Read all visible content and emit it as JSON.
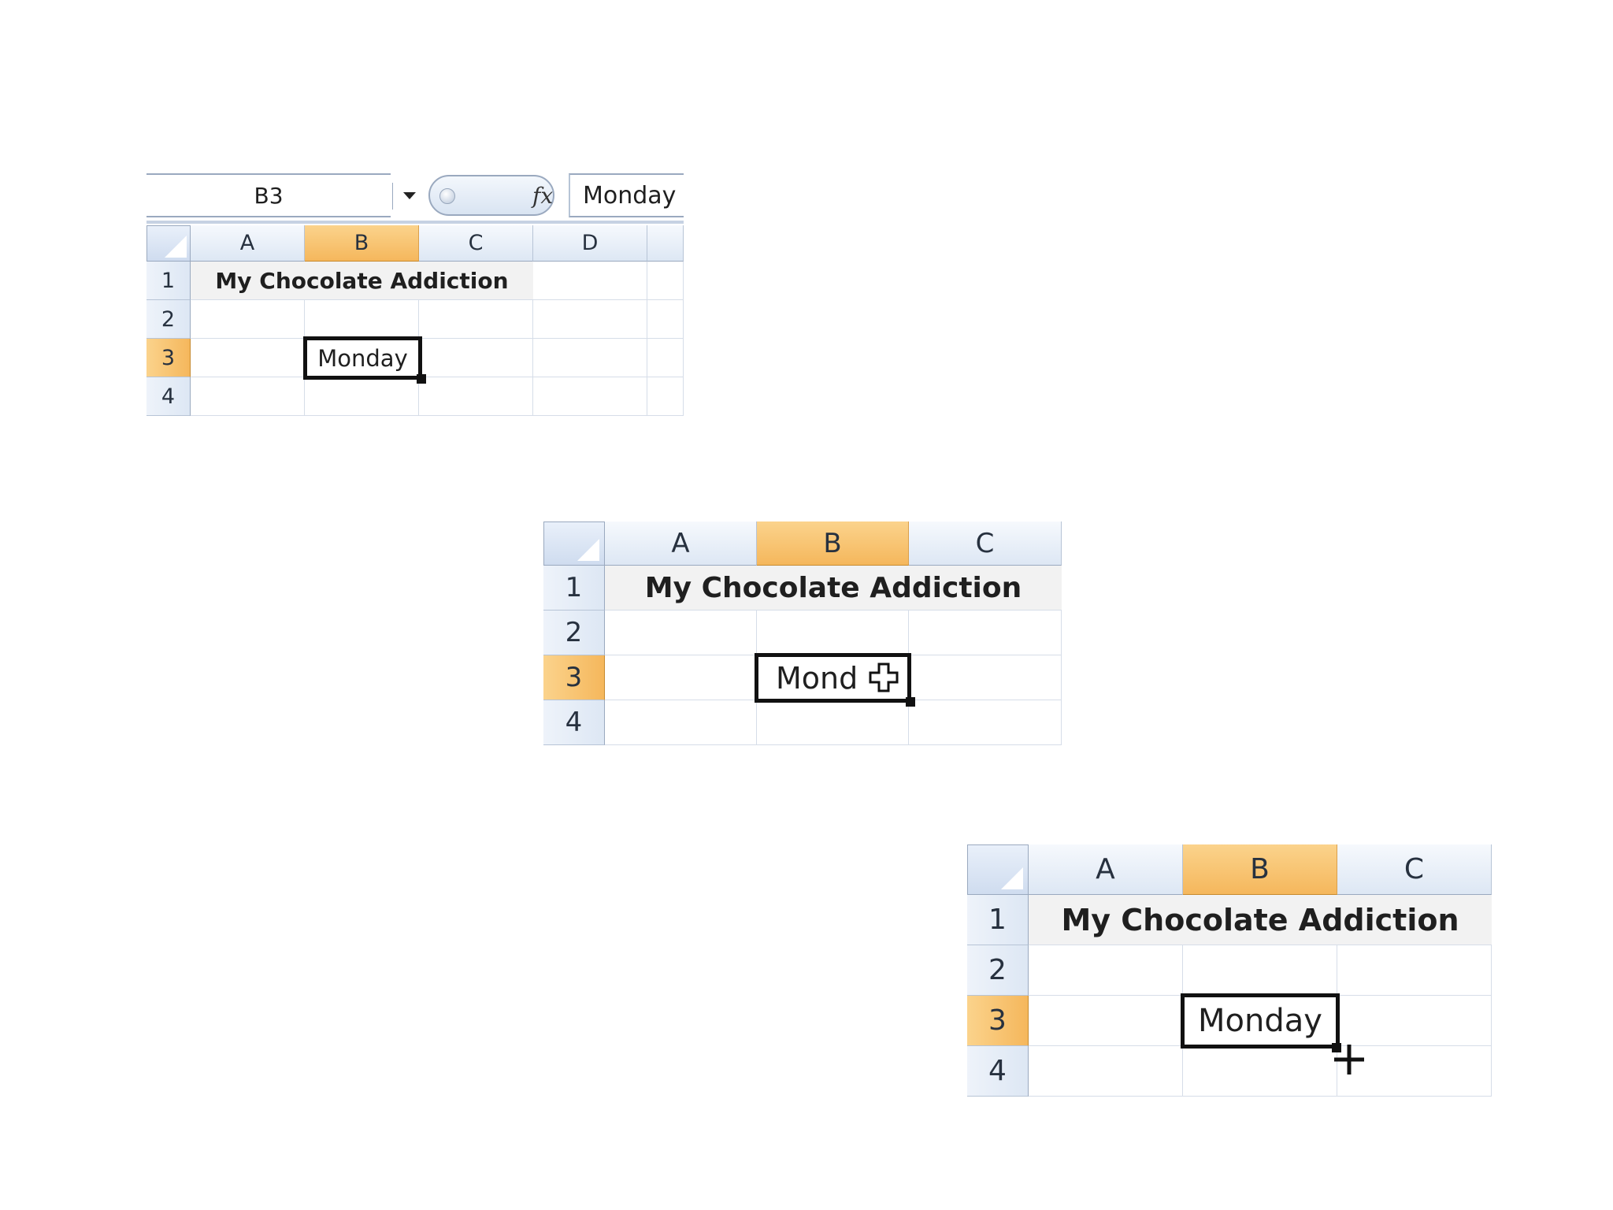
{
  "formula_bar": {
    "name_box": "B3",
    "fx_label": "fx",
    "value": "Monday"
  },
  "sheet1": {
    "columns": [
      "A",
      "B",
      "C",
      "D"
    ],
    "rows": [
      "1",
      "2",
      "3",
      "4"
    ],
    "merged_title": "My Chocolate Addiction",
    "active_cell_value": "Monday",
    "selected_column": "B",
    "selected_row": "3"
  },
  "sheet2": {
    "columns": [
      "A",
      "B",
      "C"
    ],
    "rows": [
      "1",
      "2",
      "3",
      "4"
    ],
    "merged_title": "My Chocolate Addiction",
    "active_cell_value": "Mond",
    "cursor_icon": "white-cross-cursor-icon"
  },
  "sheet3": {
    "columns": [
      "A",
      "B",
      "C"
    ],
    "rows": [
      "1",
      "2",
      "3",
      "4"
    ],
    "merged_title": "My Chocolate Addiction",
    "active_cell_value": "Monday",
    "cursor_icon": "fill-handle-crosshair-icon"
  },
  "colors": {
    "selected_header": "#f5b75c",
    "header": "#dde7f4",
    "gridline": "#d6dde8"
  }
}
